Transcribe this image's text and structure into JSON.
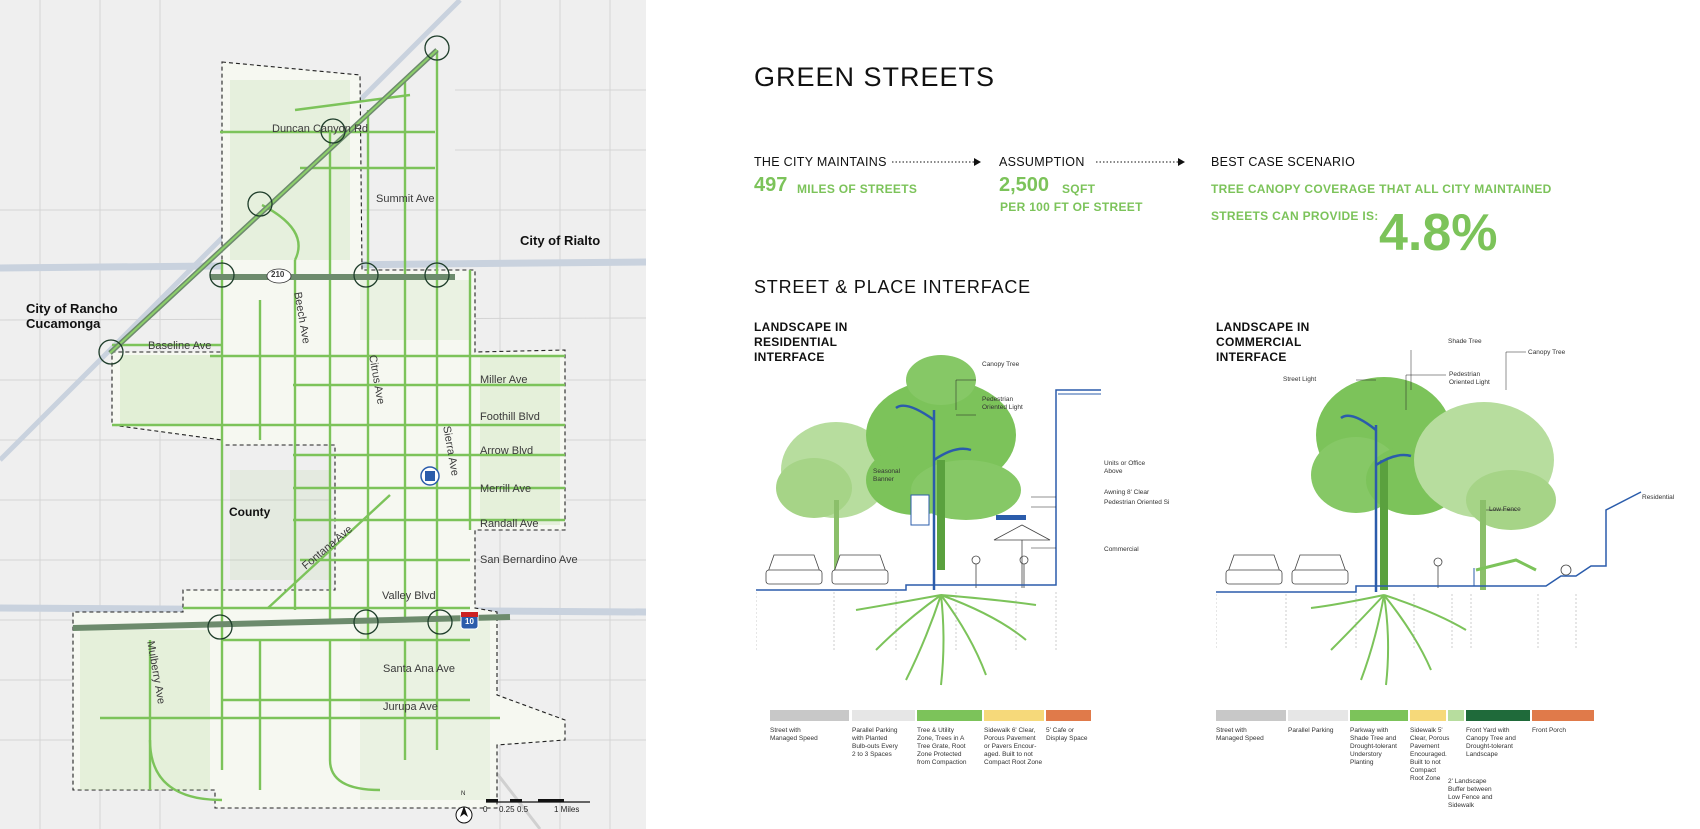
{
  "map": {
    "cities": {
      "rancho": "City of Rancho\nCucamonga",
      "rialto": "City of Rialto",
      "county": "County"
    },
    "streets": {
      "duncan": "Duncan Canyon Rd",
      "summit": "Summit Ave",
      "baseline": "Baseline Ave",
      "beech": "Beech Ave",
      "citrus": "Citrus Ave",
      "sierra": "Sierra Ave",
      "miller": "Miller Ave",
      "foothill": "Foothill Blvd",
      "arrow": "Arrow Blvd",
      "merrill": "Merrill Ave",
      "randall": "Randall Ave",
      "sanbernardino": "San Bernardino Ave",
      "fontana": "Fontana Ave",
      "valley": "Valley Blvd",
      "santaana": "Santa Ana Ave",
      "jurupa": "Jurupa Ave",
      "mulberry": "Mulberry Ave"
    },
    "highways": {
      "i210": "210",
      "i10": "10"
    },
    "scale": {
      "labels": [
        "0",
        "0.25",
        "0.5",
        "1 Miles"
      ],
      "north": "N"
    }
  },
  "title": "GREEN STREETS",
  "stats": {
    "s1": {
      "label": "THE CITY MAINTAINS",
      "value": "497",
      "unit": "MILES OF STREETS"
    },
    "s2": {
      "label": "ASSUMPTION",
      "value": "2,500",
      "unit": "SQFT",
      "unit2": "PER 100 FT OF STREET"
    },
    "s3": {
      "label": "BEST CASE SCENARIO",
      "line1": "TREE CANOPY COVERAGE THAT ALL CITY MAINTAINED",
      "line2": "STREETS CAN PROVIDE IS:",
      "value": "4.8%"
    }
  },
  "section_title": "STREET & PLACE INTERFACE",
  "residential": {
    "title": "LANDSCAPE IN\nRESIDENTIAL\nINTERFACE",
    "annotations": {
      "canopy": "Canopy Tree",
      "ped": "Pedestrian\nOriented Light",
      "banner": "Seasonal\nBanner",
      "units": "Units or Office\nAbove",
      "awning": "Awning 8' Clear",
      "ped2": "Pedestrian Oriented Si",
      "commercial": "Commercial"
    },
    "legend": [
      {
        "color": "#c8c8c8",
        "text": "Street with\nManaged Speed"
      },
      {
        "color": "#e6e6e6",
        "text": "Parallel Parking\nwith Planted\nBulb-outs Every\n2 to 3 Spaces"
      },
      {
        "color": "#7cc35a",
        "text": "Tree & Utility\nZone, Trees in A\nTree Grate, Root\nZone Protected\nfrom Compaction"
      },
      {
        "color": "#f6d97a",
        "text": "Sidewalk 6' Clear,\nPorous Pavement\nor Pavers Encour-\naged. Built to not\nCompact Root Zone"
      },
      {
        "color": "#e07a4a",
        "text": "5' Cafe or\nDisplay Space"
      }
    ]
  },
  "commercial": {
    "title": "LANDSCAPE IN\nCOMMERCIAL\nINTERFACE",
    "annotations": {
      "shade": "Shade Tree",
      "canopy": "Canopy Tree",
      "streetlight": "Street Light",
      "ped": "Pedestrian\nOriented Light",
      "lowfence": "Low Fence",
      "residential": "Residential"
    },
    "legend": [
      {
        "color": "#c8c8c8",
        "text": "Street with\nManaged Speed"
      },
      {
        "color": "#e6e6e6",
        "text": "Parallel Parking"
      },
      {
        "color": "#7cc35a",
        "text": "Parkway with\nShade Tree and\nDrought-tolerant\nUnderstory\nPlanting"
      },
      {
        "color": "#f6d97a",
        "text": "Sidewalk 5'\nClear, Porous\nPavement\nEncouraged.\nBuilt to not\nCompact\nRoot Zone"
      },
      {
        "color": "#b7dd9e",
        "text": "2' Landscape\nBuffer between\nLow Fence and\nSidewalk"
      },
      {
        "color": "#1f6a3a",
        "text": "Front Yard with\nCanopy Tree and\nDrought-tolerant\nLandscape"
      },
      {
        "color": "#e07a4a",
        "text": "Front Porch"
      }
    ]
  },
  "colors": {
    "accent": "#7cc35a",
    "road": "#6aa84f",
    "highway": "#6d8b6d",
    "blue": "#2b5cab"
  }
}
